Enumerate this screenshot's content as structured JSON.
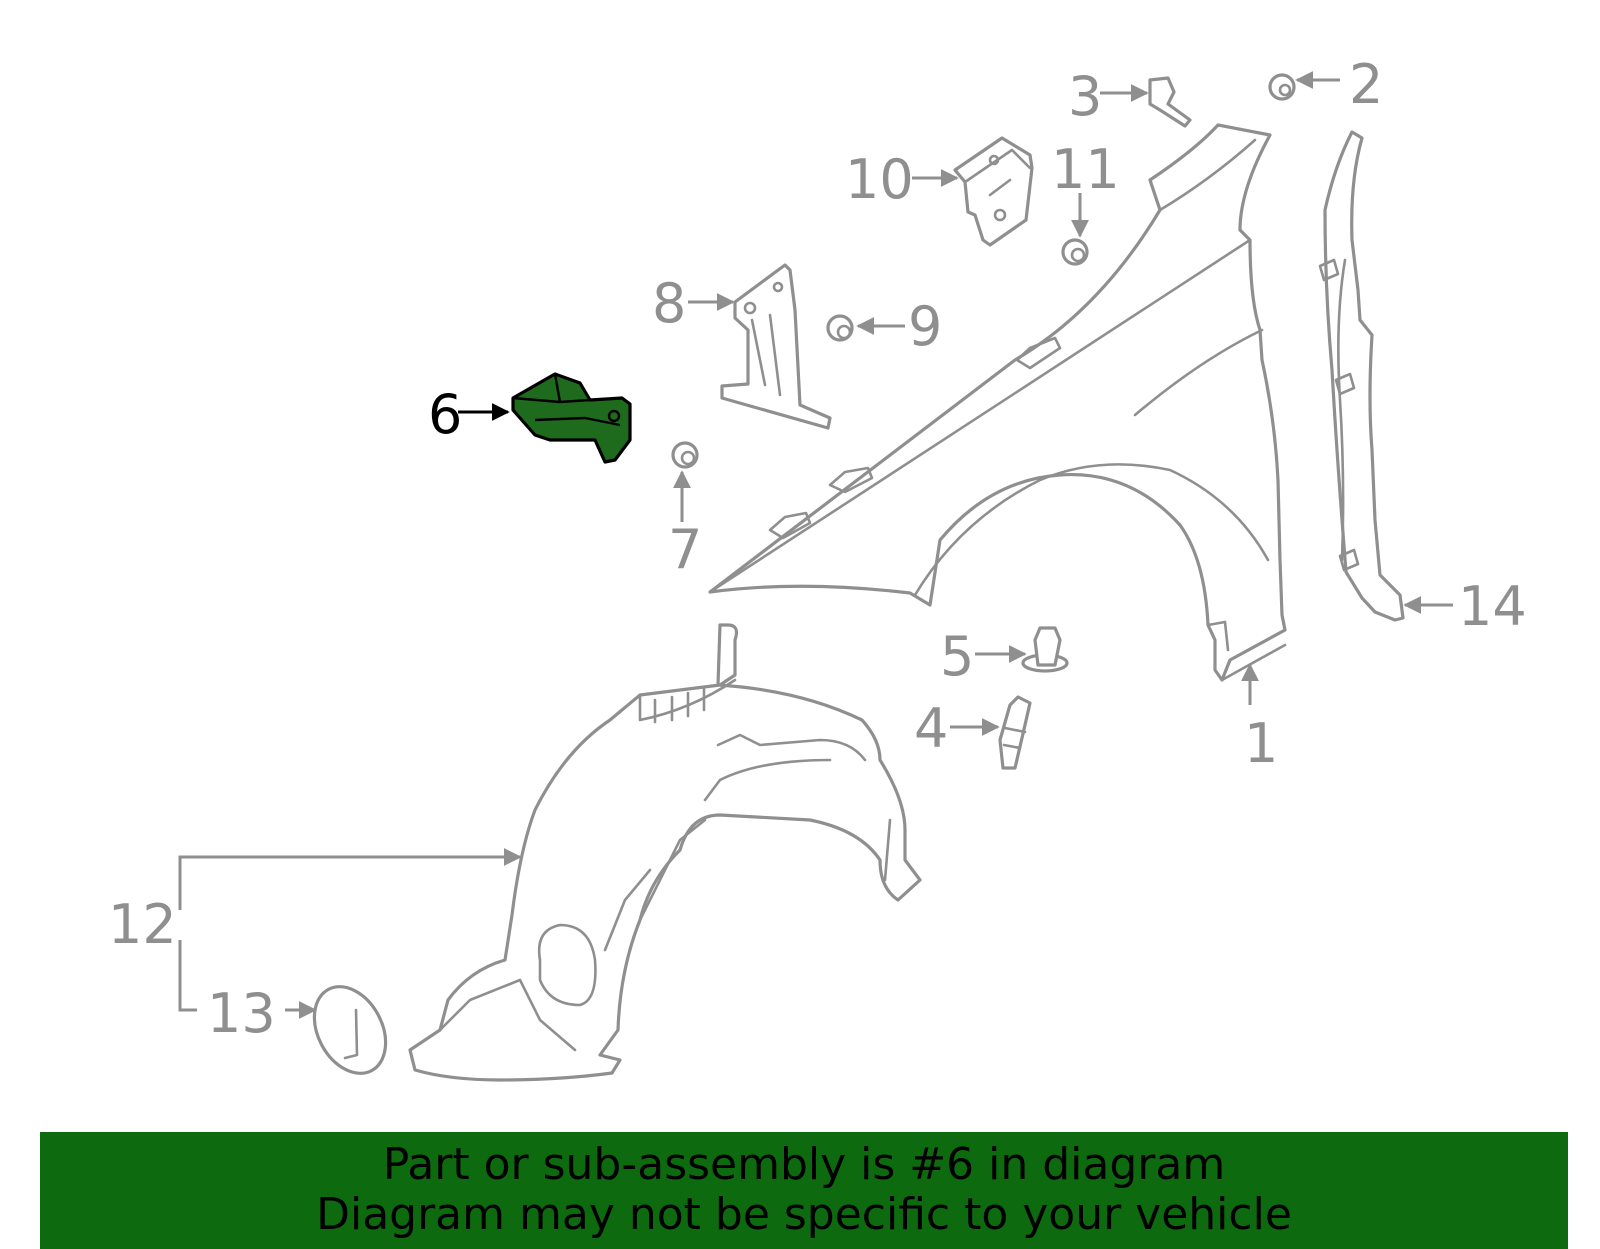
{
  "diagram": {
    "highlight_color": "#1e6b1e",
    "line_color": "#8f8f8f",
    "callouts": {
      "c1": "1",
      "c2": "2",
      "c3": "3",
      "c4": "4",
      "c5": "5",
      "c6": "6",
      "c7": "7",
      "c8": "8",
      "c9": "9",
      "c10": "10",
      "c11": "11",
      "c12": "12",
      "c13": "13",
      "c14": "14"
    }
  },
  "banner": {
    "background": "#0e6a0e",
    "line1": "Part or sub-assembly is #6 in diagram",
    "line2": "Diagram may not be specific to your vehicle"
  }
}
